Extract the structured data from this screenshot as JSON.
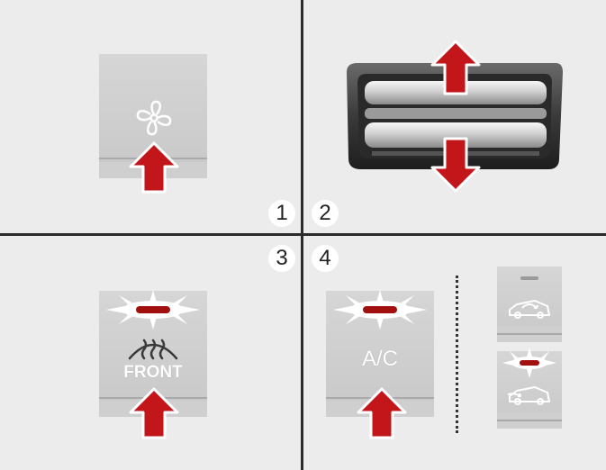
{
  "steps": [
    "1",
    "2",
    "3",
    "4"
  ],
  "buttons": {
    "fan": {
      "icon": "fan-icon"
    },
    "front_defrost": {
      "label": "FRONT",
      "icon": "front-defrost-icon",
      "indicator": "on"
    },
    "ac": {
      "label": "A/C",
      "indicator": "on"
    },
    "recirculation": {
      "icon": "car-recirculation-icon",
      "indicator": "off"
    },
    "fresh_air": {
      "icon": "car-fresh-air-icon",
      "indicator": "on"
    }
  },
  "colors": {
    "arrow": "#c2161b",
    "indicator_on": "#a10f0f",
    "indicator_off": "#9a9a9a"
  }
}
